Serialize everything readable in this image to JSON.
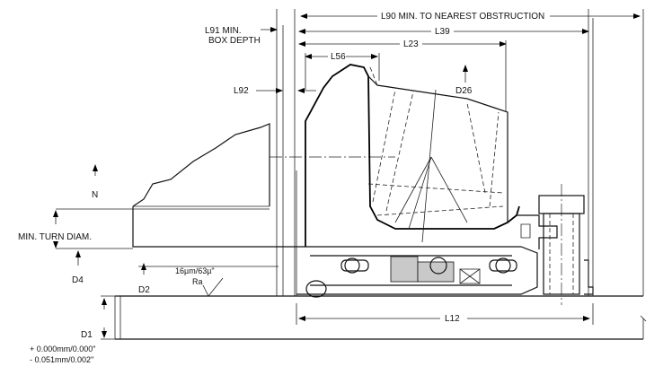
{
  "labels": {
    "l90": "L90 MIN. TO NEAREST OBSTRUCTION",
    "l91_line1": "L91 MIN.",
    "l91_line2": "BOX DEPTH",
    "l39": "L39",
    "l23": "L23",
    "l56": "L56",
    "l92": "L92",
    "d26": "D26",
    "n": "N",
    "min_turn": "MIN. TURN DIAM.",
    "d4": "D4",
    "d2": "D2",
    "finish_line1": "16µm/63µ\"",
    "finish_line2": "Ra",
    "l12": "L12",
    "d1": "D1",
    "tol_plus": "+ 0.000mm/0.000\"",
    "tol_minus": "- 0.051mm/0.002\""
  }
}
